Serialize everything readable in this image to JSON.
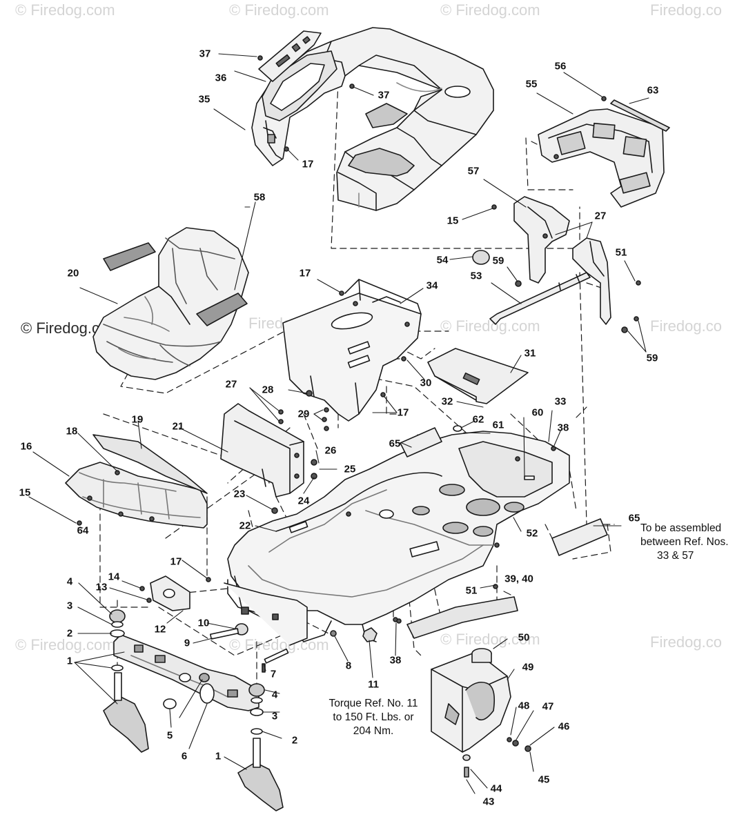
{
  "watermark": "© Firedog.com",
  "watermark_short": "Firedog.com",
  "watermark_cut": "Firedog.co",
  "labels": {
    "l1a": "1",
    "l1b": "1",
    "l2a": "2",
    "l2b": "2",
    "l3a": "3",
    "l3b": "3",
    "l4a": "4",
    "l4b": "4",
    "l5": "5",
    "l6": "6",
    "l7": "7",
    "l8": "8",
    "l9": "9",
    "l10": "10",
    "l11": "11",
    "l12": "12",
    "l13": "13",
    "l14": "14",
    "l15a": "15",
    "l15b": "15",
    "l16": "16",
    "l17a": "17",
    "l17b": "17",
    "l17c": "17",
    "l17d": "17",
    "l18": "18",
    "l19": "19",
    "l20": "20",
    "l21": "21",
    "l22": "22",
    "l23": "23",
    "l24": "24",
    "l25": "25",
    "l26": "26",
    "l27a": "27",
    "l27b": "27",
    "l28": "28",
    "l29": "29",
    "l30": "30",
    "l31": "31",
    "l32": "32",
    "l33": "33",
    "l34": "34",
    "l35": "35",
    "l36": "36",
    "l37a": "37",
    "l37b": "37",
    "l38a": "38",
    "l38b": "38",
    "l3940": "39, 40",
    "l43": "43",
    "l44": "44",
    "l45": "45",
    "l46": "46",
    "l47": "47",
    "l48": "48",
    "l49": "49",
    "l50": "50",
    "l51a": "51",
    "l51b": "51",
    "l52": "52",
    "l53": "53",
    "l54": "54",
    "l55": "55",
    "l56": "56",
    "l57": "57",
    "l58": "58",
    "l59a": "59",
    "l59b": "59",
    "l60": "60",
    "l61": "61",
    "l62": "62",
    "l63": "63",
    "l64": "64",
    "l65a": "65",
    "l65b": "65"
  },
  "notes": {
    "assembly": [
      "To be assembled",
      "between Ref. Nos.",
      "33 & 57"
    ],
    "torque": [
      "Torque Ref. No. 11",
      "to 150 Ft. Lbs. or",
      "204 Nm."
    ]
  },
  "colors": {
    "line": "#1a1a1a",
    "shade": "#8c8c8c",
    "light": "#d9d9d9",
    "watermark": "#d4d4d4"
  }
}
